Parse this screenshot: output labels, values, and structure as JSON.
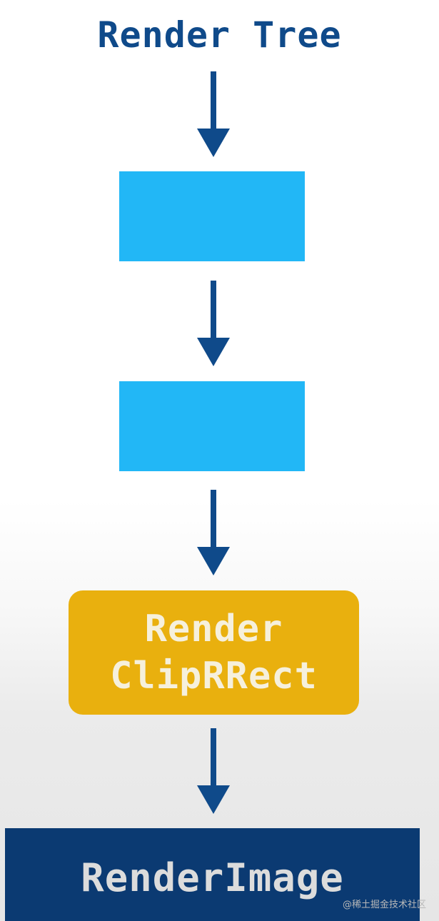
{
  "diagram": {
    "title": "Render Tree",
    "nodes": [
      {
        "id": "node-1",
        "label": ""
      },
      {
        "id": "node-2",
        "label": ""
      },
      {
        "id": "node-3",
        "label_lines": [
          "Render",
          "ClipRRect"
        ]
      },
      {
        "id": "node-4",
        "label": "RenderImage"
      }
    ],
    "colors": {
      "title_text": "#0f4a8a",
      "arrow": "#0f4a8a",
      "blue_node": "#22b7f6",
      "clip_node": "#e9b00e",
      "image_node": "#0b3a72"
    }
  },
  "watermark": {
    "text": "@稀土掘金技术社区"
  }
}
